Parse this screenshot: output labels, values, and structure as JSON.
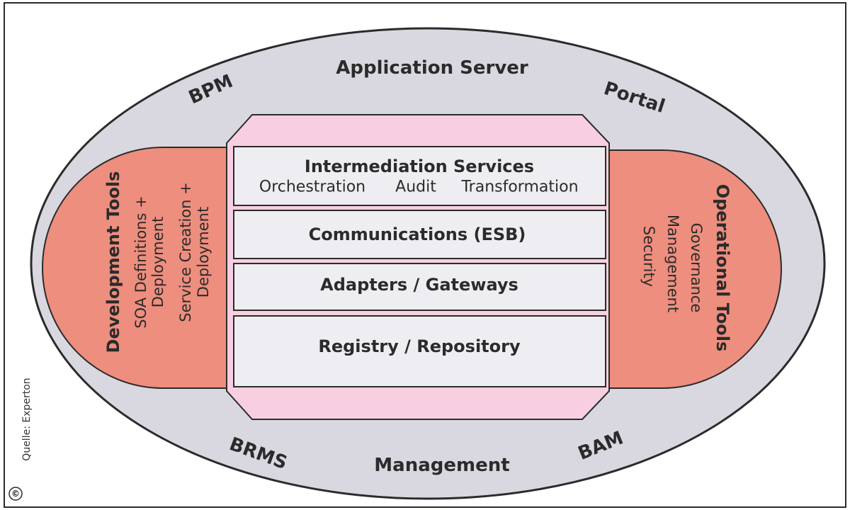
{
  "ring": {
    "top": "Application Server",
    "top_left": "BPM",
    "top_right": "Portal",
    "bottom_left": "BRMS",
    "bottom": "Management",
    "bottom_right": "BAM"
  },
  "layers": {
    "intermediation": {
      "title": "Intermediation Services",
      "items": [
        "Orchestration",
        "Audit",
        "Transformation"
      ]
    },
    "communications": {
      "title": "Communications (ESB)"
    },
    "adapters": {
      "title": "Adapters / Gateways"
    },
    "registry": {
      "title": "Registry / Repository"
    }
  },
  "development_tools": {
    "title": "Development Tools",
    "items": [
      "SOA Definitions +",
      "Deployment",
      "Service Creation +",
      "Deployment"
    ]
  },
  "operational_tools": {
    "title": "Operational Tools",
    "items": [
      "Governance",
      "Management",
      "Security"
    ]
  },
  "source": "Quelle: Experton",
  "copyright_symbol": "©",
  "colors": {
    "ring_fill": "#d9d8e0",
    "core_fill": "#f8cfe0",
    "tools_fill": "#ee8e7e",
    "layer_fill": "#eeedf2",
    "outline": "#2b2b2b"
  }
}
